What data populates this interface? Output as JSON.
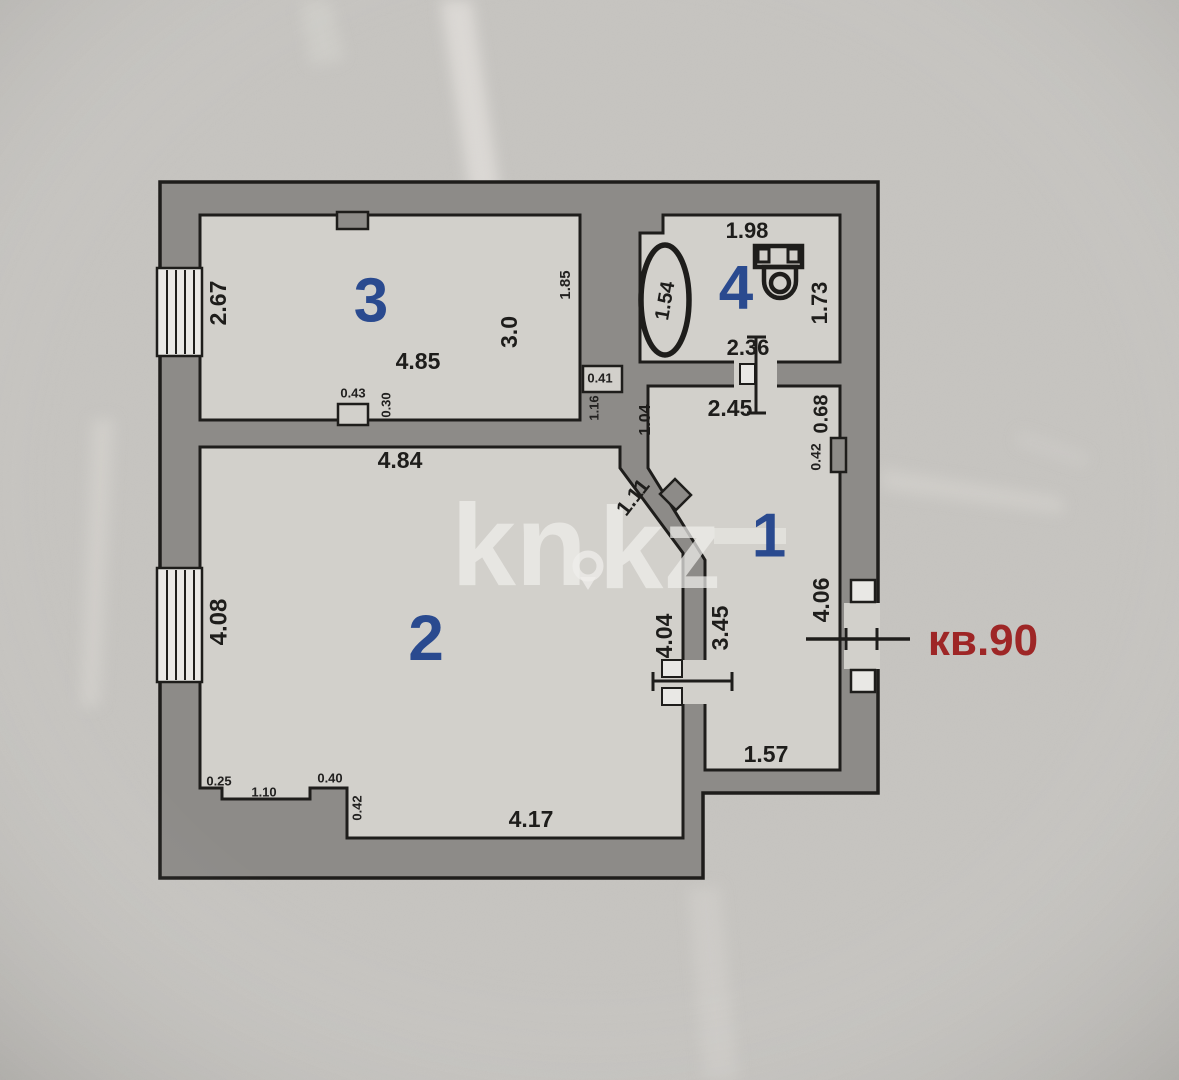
{
  "apartment_label": "кв.90",
  "watermark": {
    "part1": "kn",
    "part2": "kz"
  },
  "rooms": {
    "r1": "1",
    "r2": "2",
    "r3": "3",
    "r4": "4"
  },
  "dims": {
    "d2_67": "2.67",
    "d4_85": "4.85",
    "d3_0": "3.0",
    "d1_85": "1.85",
    "d0_43": "0.43",
    "d0_30": "0.30",
    "d1_98": "1.98",
    "d1_54": "1.54",
    "d1_73": "1.73",
    "d2_36": "2.36",
    "d0_41": "0.41",
    "d1_16": "1.16",
    "d1_04": "1.04",
    "d2_45": "2.45",
    "d0_68": "0.68",
    "d0_42_right": "0.42",
    "d4_84": "4.84",
    "d1_11": "1.11",
    "d4_08": "4.08",
    "d4_04": "4.04",
    "d3_45": "3.45",
    "d4_06": "4.06",
    "d1_57": "1.57",
    "d0_25": "0.25",
    "d1_10": "1.10",
    "d0_40": "0.40",
    "d0_42_bottom": "0.42",
    "d4_17": "4.17"
  },
  "colors": {
    "paper": "#c6c4c0",
    "floor": "#d2d0cb",
    "wall_gray": "#8d8b88",
    "line_black": "#1e1d1b",
    "room_number_blue": "#2a4a8f",
    "apartment_red": "#9e2626",
    "watermark_white": "#f0efec"
  }
}
